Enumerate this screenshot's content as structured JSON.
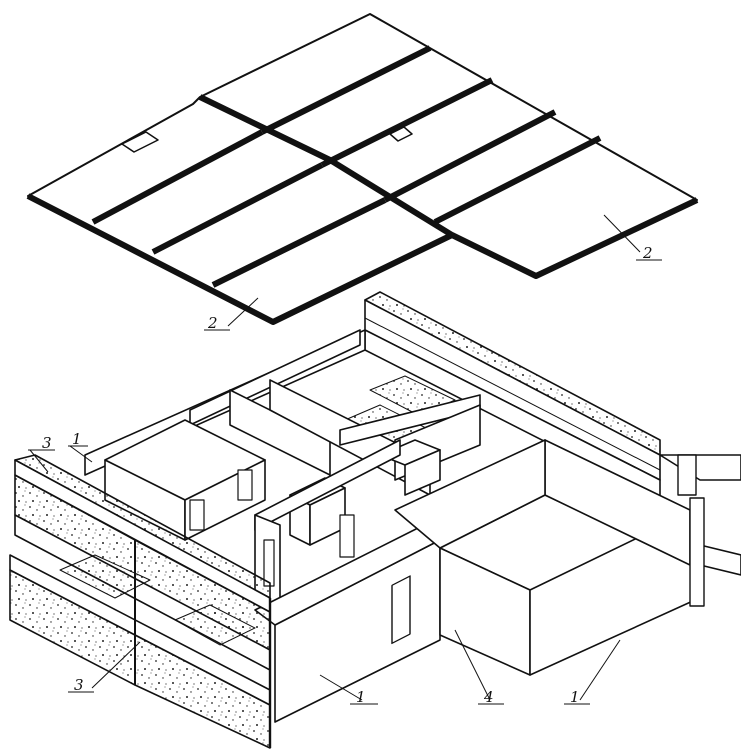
{
  "figure": {
    "ink": "#111111",
    "paper": "#ffffff",
    "speckle": "#222222",
    "labels": {
      "slab_right": "2",
      "slab_left": "2",
      "corner_top_3": "3",
      "corner_top_1": "1",
      "bottom_left_3": "3",
      "bottom_mid_1": "1",
      "bottom_mid_4": "4",
      "bottom_right_1": "1"
    }
  }
}
